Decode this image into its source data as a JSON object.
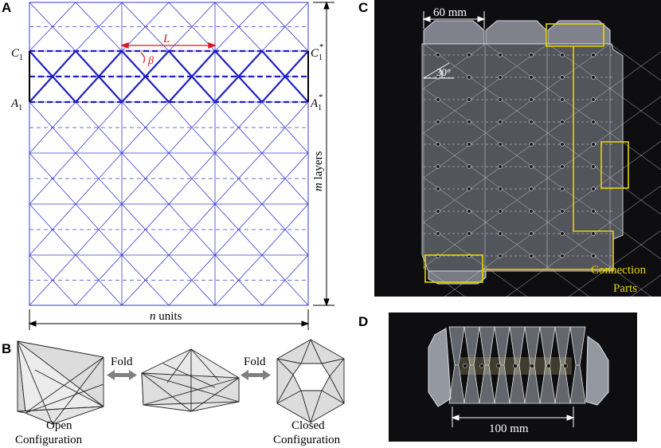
{
  "panels": {
    "a": "A",
    "b": "B",
    "c": "C",
    "d": "D"
  },
  "panel_a": {
    "c1_base": "C",
    "c1_sub": "1",
    "c1s_base": "C",
    "c1s_sub": "1",
    "c1s_sup": "*",
    "a1_base": "A",
    "a1_sub": "1",
    "a1s_base": "A",
    "a1s_sub": "1",
    "a1s_sup": "*",
    "l_label": "L",
    "beta_label": "β",
    "m_italic": "m",
    "m_text": " layers",
    "n_italic": "n",
    "n_text": " units"
  },
  "panel_b": {
    "fold_1": "Fold",
    "fold_2": "Fold",
    "open_1": "Open",
    "open_2": "Configuration",
    "closed_1": "Closed",
    "closed_2": "Configuration"
  },
  "panel_c": {
    "dim_60": "60 mm",
    "angle_30": "30°",
    "conn_1": "Connection",
    "conn_2": "Parts"
  },
  "panel_d": {
    "dim_100": "100 mm"
  },
  "colors": {
    "pattern_blue": "#3b3bd6",
    "dim_red": "#e0141e",
    "annotation_yellow": "#e8d400",
    "photo_background": "#0e0e10"
  }
}
